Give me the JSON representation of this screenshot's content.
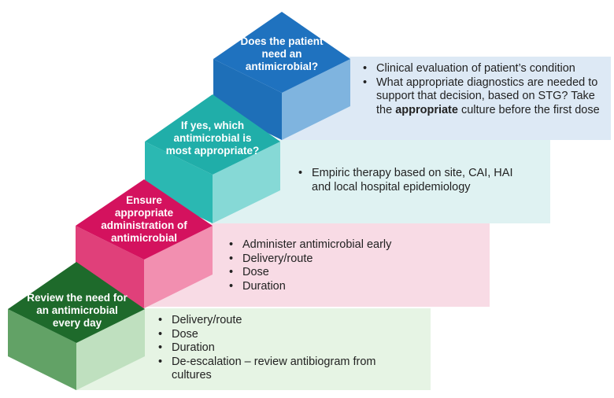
{
  "steps": [
    {
      "title": "Review the need for an antimicrobial every day",
      "color": "#2e7d32",
      "panel_color": "#e6f4e4",
      "bullets": [
        "Delivery/route",
        "Dose",
        "Duration",
        "De-escalation – review antibiogram from cultures"
      ]
    },
    {
      "title": "Ensure appropriate administration of antimicrobial",
      "color": "#d81b60",
      "panel_color": "#f8dbe5",
      "bullets": [
        "Administer antimicrobial early",
        "Delivery/route",
        "Dose",
        "Duration"
      ]
    },
    {
      "title": "If yes, which antimicrobial is most appropriate?",
      "color": "#26b5b0",
      "panel_color": "#dff2f2",
      "bullets": [
        "Empiric therapy based on site, CAI, HAI and local hospital epidemiology"
      ]
    },
    {
      "title": "Does the patient need an antimicrobial?",
      "color": "#1e73be",
      "panel_color": "#dde9f5",
      "bullets": [
        "Clinical evaluation of patient’s condition",
        "What appropriate diagnostics are needed to support that decision, based on STG? Take the appropriate culture before the first dose"
      ],
      "bold_word": "appropriate"
    }
  ]
}
